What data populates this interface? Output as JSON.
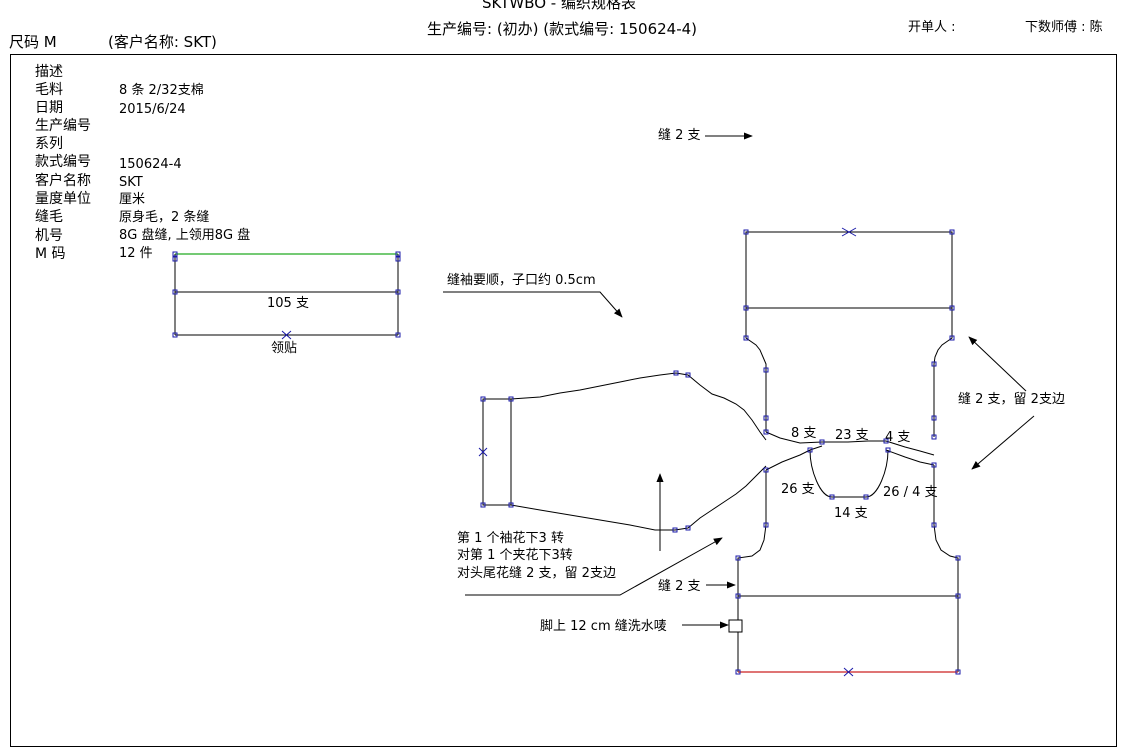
{
  "header": {
    "title": "SKTWBO - 编织规格表",
    "production_line": "生产编号: (初办) (款式编号: 150624-4)",
    "issuer": "开单人 :",
    "master": "下数师傅 : 陈",
    "size": "尺码  M",
    "customer": "(客户名称: SKT)"
  },
  "info": {
    "rows": [
      {
        "label": "描述",
        "value": ""
      },
      {
        "label": "毛料",
        "value": "8 条 2/32支棉"
      },
      {
        "label": "日期",
        "value": "2015/6/24"
      },
      {
        "label": "生产编号",
        "value": ""
      },
      {
        "label": "系列",
        "value": ""
      },
      {
        "label": "款式编号",
        "value": "150624-4"
      },
      {
        "label": "客户名称",
        "value": "SKT"
      },
      {
        "label": "量度单位",
        "value": "厘米"
      },
      {
        "label": "缝毛",
        "value": "原身毛，2 条缝"
      },
      {
        "label": "机号",
        "value": "8G 盘缝, 上领用8G 盘"
      },
      {
        "label": "M 码",
        "value": "12 件"
      }
    ]
  },
  "annotations": {
    "collar_count": "105 支",
    "collar_label": "领贴",
    "seam_top": "缝 2 支",
    "sleeve_note": "缝袖要顺，子口约 0.5cm",
    "side_seam": "缝 2 支，留 2支边",
    "neck_8": "8 支",
    "neck_23": "23 支",
    "neck_4": "4 支",
    "neck_26": "26 支",
    "neck_14": "14 支",
    "neck_26_4": "26 / 4 支",
    "flower_1": "第 1 个袖花下3 转",
    "flower_2": "对第 1 个夹花下3转",
    "flower_3": "对头尾花缝 2 支，留 2支边",
    "seam_bottom": "缝 2 支",
    "wash_label": "脚上 12 cm 缝洗水唛"
  },
  "colors": {
    "vertex": "#1a1aa8",
    "collar_top": "#22aa22",
    "hem_bottom": "#cc2222",
    "line": "#000000"
  }
}
